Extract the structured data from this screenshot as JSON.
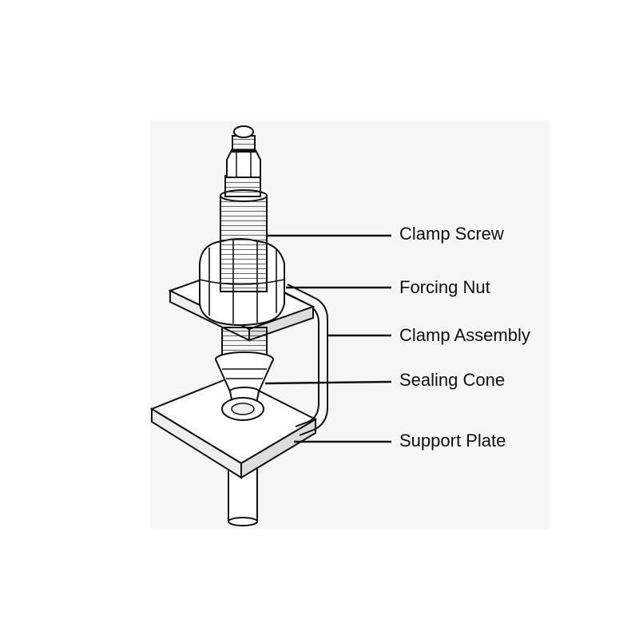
{
  "diagram": {
    "labels": [
      {
        "id": "clamp-screw",
        "text": "Clamp Screw"
      },
      {
        "id": "forcing-nut",
        "text": "Forcing Nut"
      },
      {
        "id": "clamp-assembly",
        "text": "Clamp Assembly"
      },
      {
        "id": "sealing-cone",
        "text": "Sealing Cone"
      },
      {
        "id": "support-plate",
        "text": "Support Plate"
      }
    ],
    "colors": {
      "line": "#111111",
      "paper": "#ffffff",
      "shade": "#f4f4f4",
      "fill": "#fafafa"
    }
  }
}
